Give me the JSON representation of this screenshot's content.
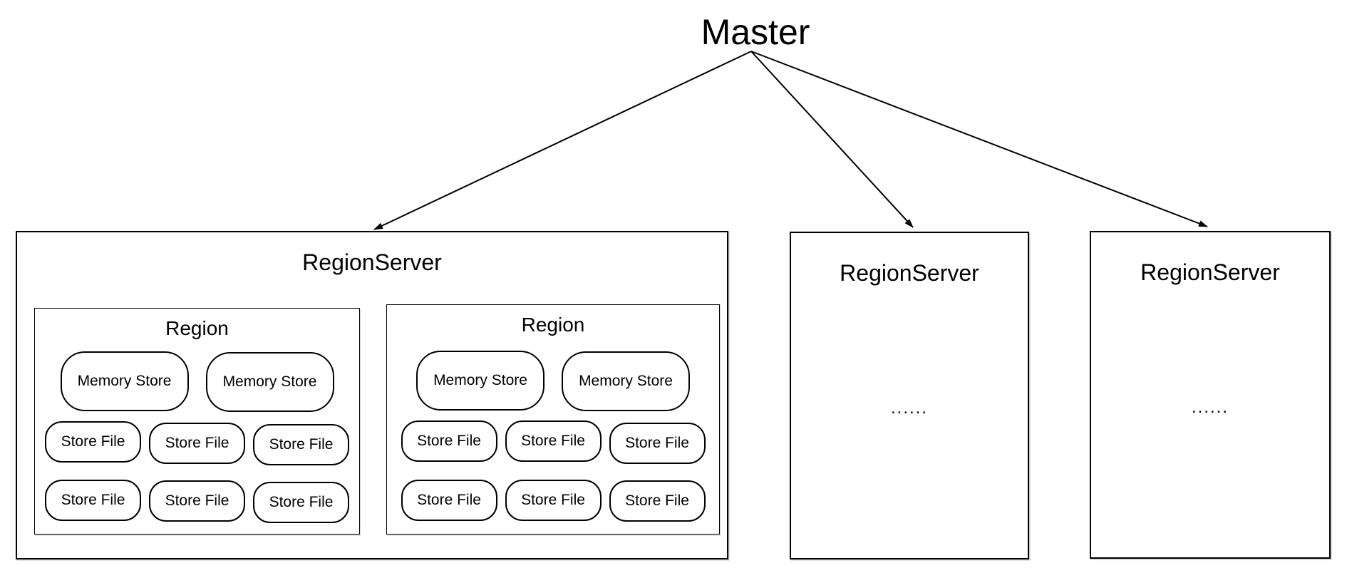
{
  "master": {
    "label": "Master"
  },
  "servers": [
    {
      "label": "RegionServer",
      "regions": [
        {
          "label": "Region",
          "memory_stores": [
            "Memory Store",
            "Memory Store"
          ],
          "store_file_rows": [
            [
              "Store File",
              "Store File",
              "Store File"
            ],
            [
              "Store File",
              "Store File",
              "Store File"
            ]
          ]
        },
        {
          "label": "Region",
          "memory_stores": [
            "Memory Store",
            "Memory Store"
          ],
          "store_file_rows": [
            [
              "Store File",
              "Store File",
              "Store File"
            ],
            [
              "Store File",
              "Store File",
              "Store File"
            ]
          ]
        }
      ]
    },
    {
      "label": "RegionServer",
      "ellipsis": "......"
    },
    {
      "label": "RegionServer",
      "ellipsis": "......"
    }
  ],
  "connections": [
    {
      "from": "Master",
      "to": "RegionServer 1"
    },
    {
      "from": "Master",
      "to": "RegionServer 2"
    },
    {
      "from": "Master",
      "to": "RegionServer 3"
    }
  ],
  "colors": {
    "line": "#000000",
    "text": "#000000",
    "background": "#ffffff"
  }
}
